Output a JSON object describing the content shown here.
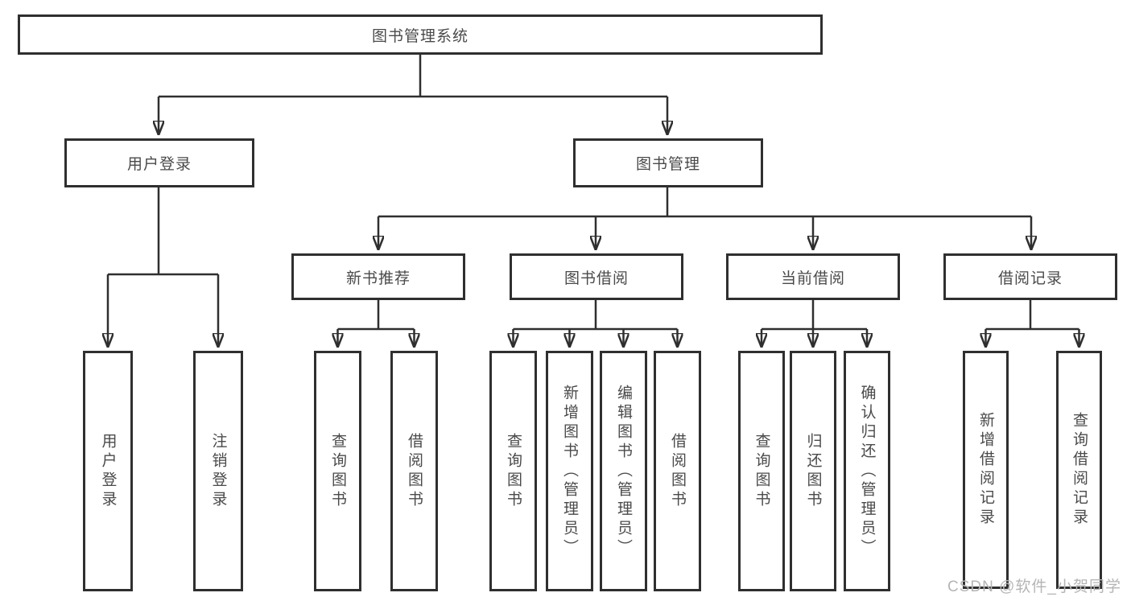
{
  "colors": {
    "line": "#2f2f2f",
    "text": "#4a4a4a",
    "background": "#ffffff",
    "watermark": "#b5b5b5"
  },
  "tree": {
    "root": "图书管理系统",
    "children": [
      {
        "label": "用户登录",
        "children": [
          {
            "label": "用户登录"
          },
          {
            "label": "注销登录"
          }
        ]
      },
      {
        "label": "图书管理",
        "children": [
          {
            "label": "新书推荐",
            "children": [
              {
                "label": "查询图书"
              },
              {
                "label": "借阅图书"
              }
            ]
          },
          {
            "label": "图书借阅",
            "children": [
              {
                "label": "查询图书"
              },
              {
                "label": "新增图书（管理员）"
              },
              {
                "label": "编辑图书（管理员）"
              },
              {
                "label": "借阅图书"
              }
            ]
          },
          {
            "label": "当前借阅",
            "children": [
              {
                "label": "查询图书"
              },
              {
                "label": "归还图书"
              },
              {
                "label": "确认归还（管理员）"
              }
            ]
          },
          {
            "label": "借阅记录",
            "children": [
              {
                "label": "新增借阅记录"
              },
              {
                "label": "查询借阅记录"
              }
            ]
          }
        ]
      }
    ]
  },
  "watermark": {
    "text": "CSDN @软件_小贺同学"
  }
}
